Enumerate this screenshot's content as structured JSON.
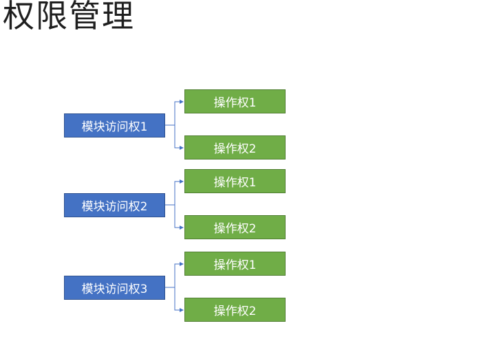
{
  "title": "权限管理",
  "colors": {
    "module_fill": "#4472c4",
    "operation_fill": "#70ad47",
    "connector": "#4472c4"
  },
  "groups": [
    {
      "module": "模块访问权1",
      "operations": [
        "操作权1",
        "操作权2"
      ]
    },
    {
      "module": "模块访问权2",
      "operations": [
        "操作权1",
        "操作权2"
      ]
    },
    {
      "module": "模块访问权3",
      "operations": [
        "操作权1",
        "操作权2"
      ]
    }
  ]
}
